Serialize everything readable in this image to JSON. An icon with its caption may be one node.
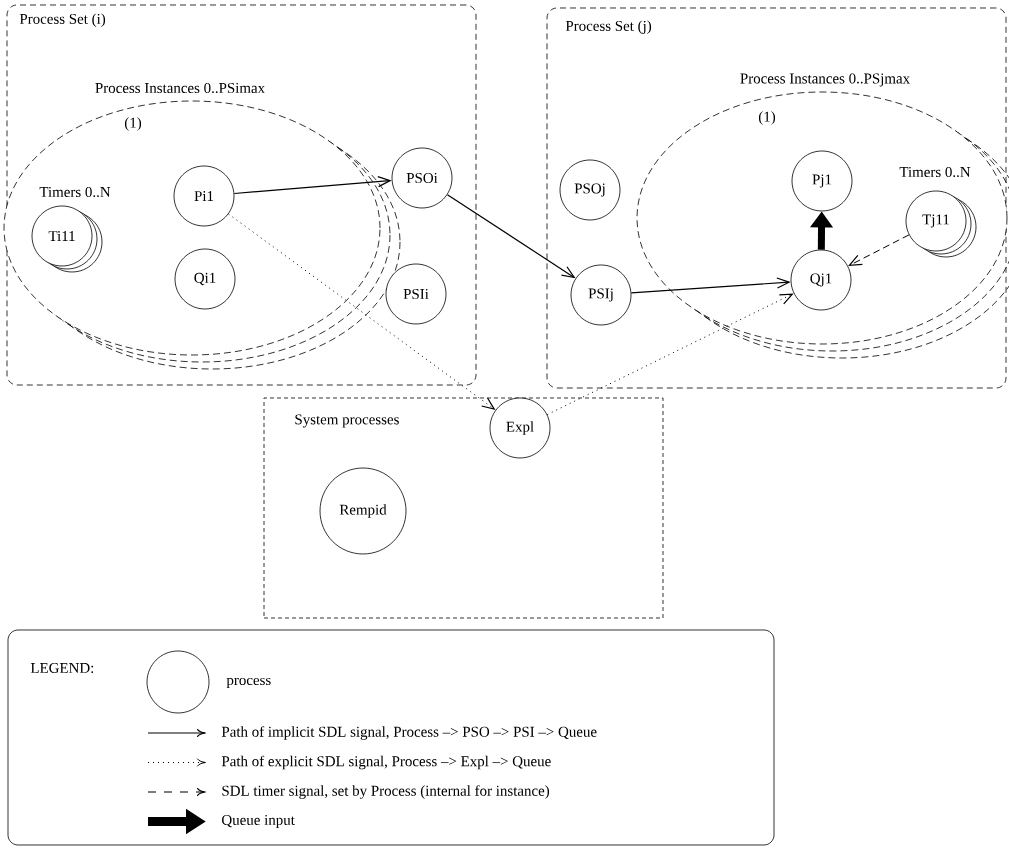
{
  "diagram": {
    "nodes": [
      {
        "text": [
          "Process Set (i)"
        ]
      },
      {
        "text": [
          "Process Instances 0..PSimax",
          "(1)"
        ],
        "in": 0
      },
      {
        "text": [
          "Ti11"
        ],
        "beside": [
          "Timers 0..N"
        ],
        "in": 1
      },
      {
        "text": [
          "Pi1"
        ],
        "in": 1
      },
      {
        "text": [
          "Qi1"
        ],
        "in": 1
      },
      {
        "text": [
          "PSOi"
        ],
        "in": 0
      },
      {
        "text": [
          "PSIi"
        ],
        "in": 0
      },
      {
        "text": [
          "Process Set (j)"
        ]
      },
      {
        "text": [
          "Process Instances 0..PSjmax",
          "(1)"
        ],
        "in": 7
      },
      {
        "text": [
          "PSOj"
        ],
        "in": 7
      },
      {
        "text": [
          "PSIj"
        ],
        "in": 7
      },
      {
        "text": [
          "Pj1"
        ],
        "in": 8
      },
      {
        "text": [
          "Tj11"
        ],
        "beside": [
          "Timers 0..N"
        ],
        "in": 8
      },
      {
        "text": [
          "Qj1"
        ],
        "in": 8
      },
      {
        "text": [
          "System processes"
        ]
      },
      {
        "text": [
          "Expl"
        ],
        "in": 14
      },
      {
        "text": [
          "Rempid"
        ],
        "in": 14
      }
    ],
    "edges": [
      {
        "from": 3,
        "to": 5,
        "arrow": "to"
      },
      {
        "from": 5,
        "to": 10,
        "arrow": "to"
      },
      {
        "from": 10,
        "to": 13,
        "arrow": "to"
      },
      {
        "from": 3,
        "to": 15,
        "arrow": "to",
        "style": "dashed"
      },
      {
        "from": 15,
        "to": 13,
        "arrow": "to",
        "style": "dashed"
      },
      {
        "from": 12,
        "to": 13,
        "arrow": "to",
        "style": "dashed"
      },
      {
        "from": 13,
        "to": 11,
        "arrow": "to",
        "style": "thick"
      }
    ],
    "labels": [
      "LEGEND:"
    ],
    "legend": [
      {
        "text": "process"
      },
      {
        "text": "Path of implicit SDL signal, Process –> PSO –> PSI –> Queue"
      },
      {
        "text": "Path of explicit SDL signal, Process –> Expl –> Queue"
      },
      {
        "text": "SDL timer signal, set by Process (internal for instance)"
      },
      {
        "text": "Queue input"
      }
    ]
  }
}
